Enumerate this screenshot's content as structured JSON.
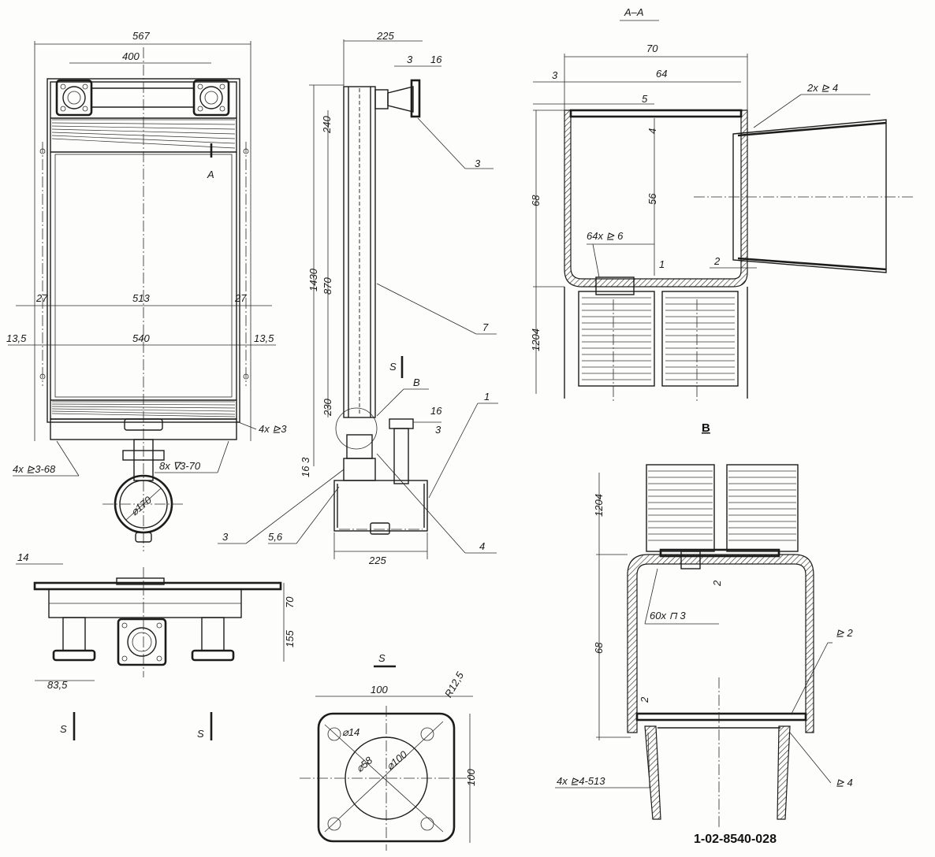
{
  "drawing": {
    "number": "1-02-8540-028",
    "section_label": "A–A",
    "detail_label": "B",
    "view_label": "S"
  },
  "front_view": {
    "dim_overall_width": "567",
    "dim_flange_spacing": "400",
    "dim_513": "513",
    "dim_27_left": "27",
    "dim_27_right": "27",
    "dim_540": "540",
    "dim_13_5_left": "13,5",
    "dim_13_5_right": "13,5",
    "section_marker": "A",
    "note_bottom_left": "4x ⊵3-68",
    "note_bottom_mid": "8x ∇3-70",
    "note_bottom_right": "4x ⊵3",
    "flange_diameter": "⌀170"
  },
  "side_view": {
    "dim_top": "225",
    "dim_3": "3",
    "dim_16": "16",
    "dim_240": "240",
    "dim_1430": "1430",
    "dim_870": "870",
    "dim_230": "230",
    "dim_16_b": "16",
    "dim_3_b": "3",
    "dim_16_3": "16 3",
    "dim_bottom": "225",
    "callout_1": "1",
    "callout_3_top": "3",
    "callout_3_bottom": "3",
    "callout_4": "4",
    "callout_5_6": "5,6",
    "callout_7": "7",
    "callout_B": "B",
    "callout_S": "S"
  },
  "bottom_view": {
    "dim_14": "14",
    "dim_70": "70",
    "dim_155": "155",
    "dim_83_5": "83,5",
    "marker_s_left": "S",
    "marker_s_right": "S"
  },
  "view_s": {
    "dim_width": "100",
    "dim_height": "100",
    "dim_radius": "R12,5",
    "dim_hole": "⌀14",
    "dim_circle_58": "⌀58",
    "dim_circle_100": "⌀100"
  },
  "section_aa": {
    "dim_70": "70",
    "dim_64": "64",
    "dim_3": "3",
    "dim_5": "5",
    "dim_4": "4",
    "dim_56": "56",
    "dim_68": "68",
    "dim_2": "2",
    "dim_1": "1",
    "dim_1204": "1204",
    "weld_note_1": "2x ⊵ 4",
    "weld_note_2": "64x ⊵ 6"
  },
  "detail_b": {
    "dim_1204": "1204",
    "dim_68": "68",
    "dim_2_a": "2",
    "dim_2_b": "2",
    "weld_note_1": "60x ⊓ 3",
    "weld_note_2": "⊵ 2",
    "weld_note_3": "4x ⊵4-513",
    "weld_note_4": "⊵ 4"
  }
}
